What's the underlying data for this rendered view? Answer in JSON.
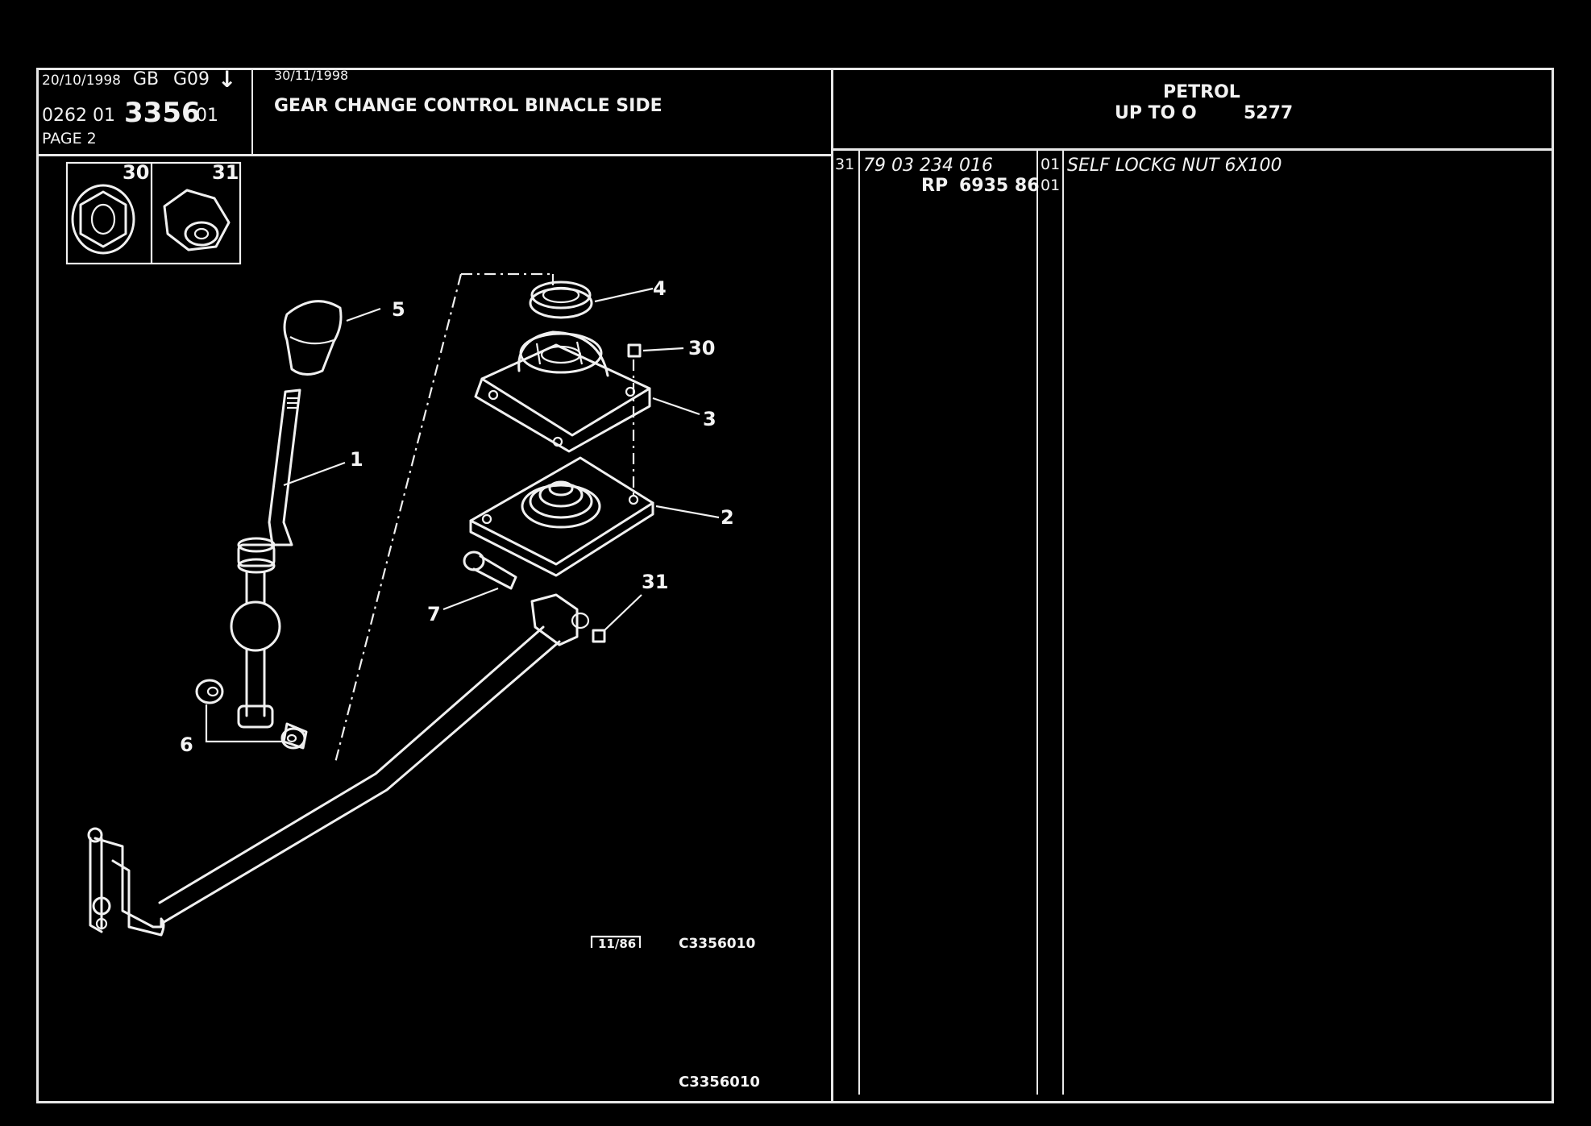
{
  "header": {
    "date_issue": "20/10/1998",
    "country": "GB",
    "group": "G09",
    "arrow": "↓",
    "ref_prefix": "0262 01",
    "ref_main": "3356",
    "ref_suffix": "01",
    "page": "PAGE 2",
    "date_update": "30/11/1998",
    "title": "GEAR CHANGE CONTROL BINACLE SIDE",
    "engine": "PETROL",
    "range_label": "UP TO O",
    "range_number": "5277"
  },
  "inset": {
    "items": [
      {
        "number": "30",
        "icon": "lock-nut-flanged-icon"
      },
      {
        "number": "31",
        "icon": "self-locking-nut-icon"
      }
    ]
  },
  "diagram": {
    "callouts": [
      "1",
      "2",
      "3",
      "4",
      "5",
      "6",
      "7",
      "30",
      "31"
    ],
    "stamp_date": "11/86",
    "drawing_ref_inner": "C3356010",
    "drawing_ref_bottom": "C3356010"
  },
  "parts": [
    {
      "ref": "31",
      "part_number": "79 03 234 016",
      "alt_number_prefix": "RP",
      "alt_number": "6935 86",
      "qty": "01",
      "qty_alt": "01",
      "description": "SELF LOCKG NUT 6X100"
    }
  ]
}
